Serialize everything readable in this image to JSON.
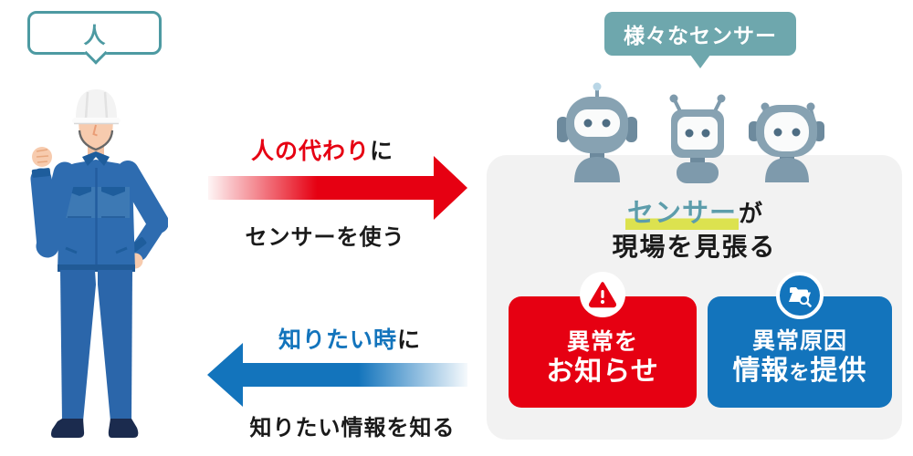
{
  "person_bubble": {
    "label": "人"
  },
  "sensors_bubble": {
    "label": "様々なセンサー"
  },
  "forward_flow": {
    "emphasis": "人の代わり",
    "suffix": "に",
    "caption": "センサーを使う"
  },
  "return_flow": {
    "emphasis": "知りたい時",
    "suffix": "に",
    "caption": "知りたい情報を知る"
  },
  "panel": {
    "headline_emphasis": "センサー",
    "headline_suffix": "が",
    "headline_line2": "現場を見張る",
    "alert_card": {
      "icon": "warning-icon",
      "line1": "異常を",
      "line2": "お知らせ"
    },
    "info_card": {
      "icon": "folder-search-icon",
      "line1": "異常原因",
      "line2_a": "情報",
      "line2_b": "を",
      "line2_c": "提供"
    }
  },
  "figures": {
    "worker": "worker-illustration",
    "robots": [
      "robot-left",
      "robot-middle",
      "robot-right"
    ]
  },
  "colors": {
    "red": "#e60012",
    "blue": "#1374bc",
    "teal_border": "#4d9aa2",
    "bubble_teal": "#6ea7ad",
    "sensor_text_teal": "#5d9dab",
    "highlight_yellow": "#dce24f",
    "panel_gray": "#f2f2f2",
    "text_black": "#1a1a1a",
    "worker_jacket_blue": "#2e6cb0",
    "robot_gray_blue": "#7e9aac"
  }
}
